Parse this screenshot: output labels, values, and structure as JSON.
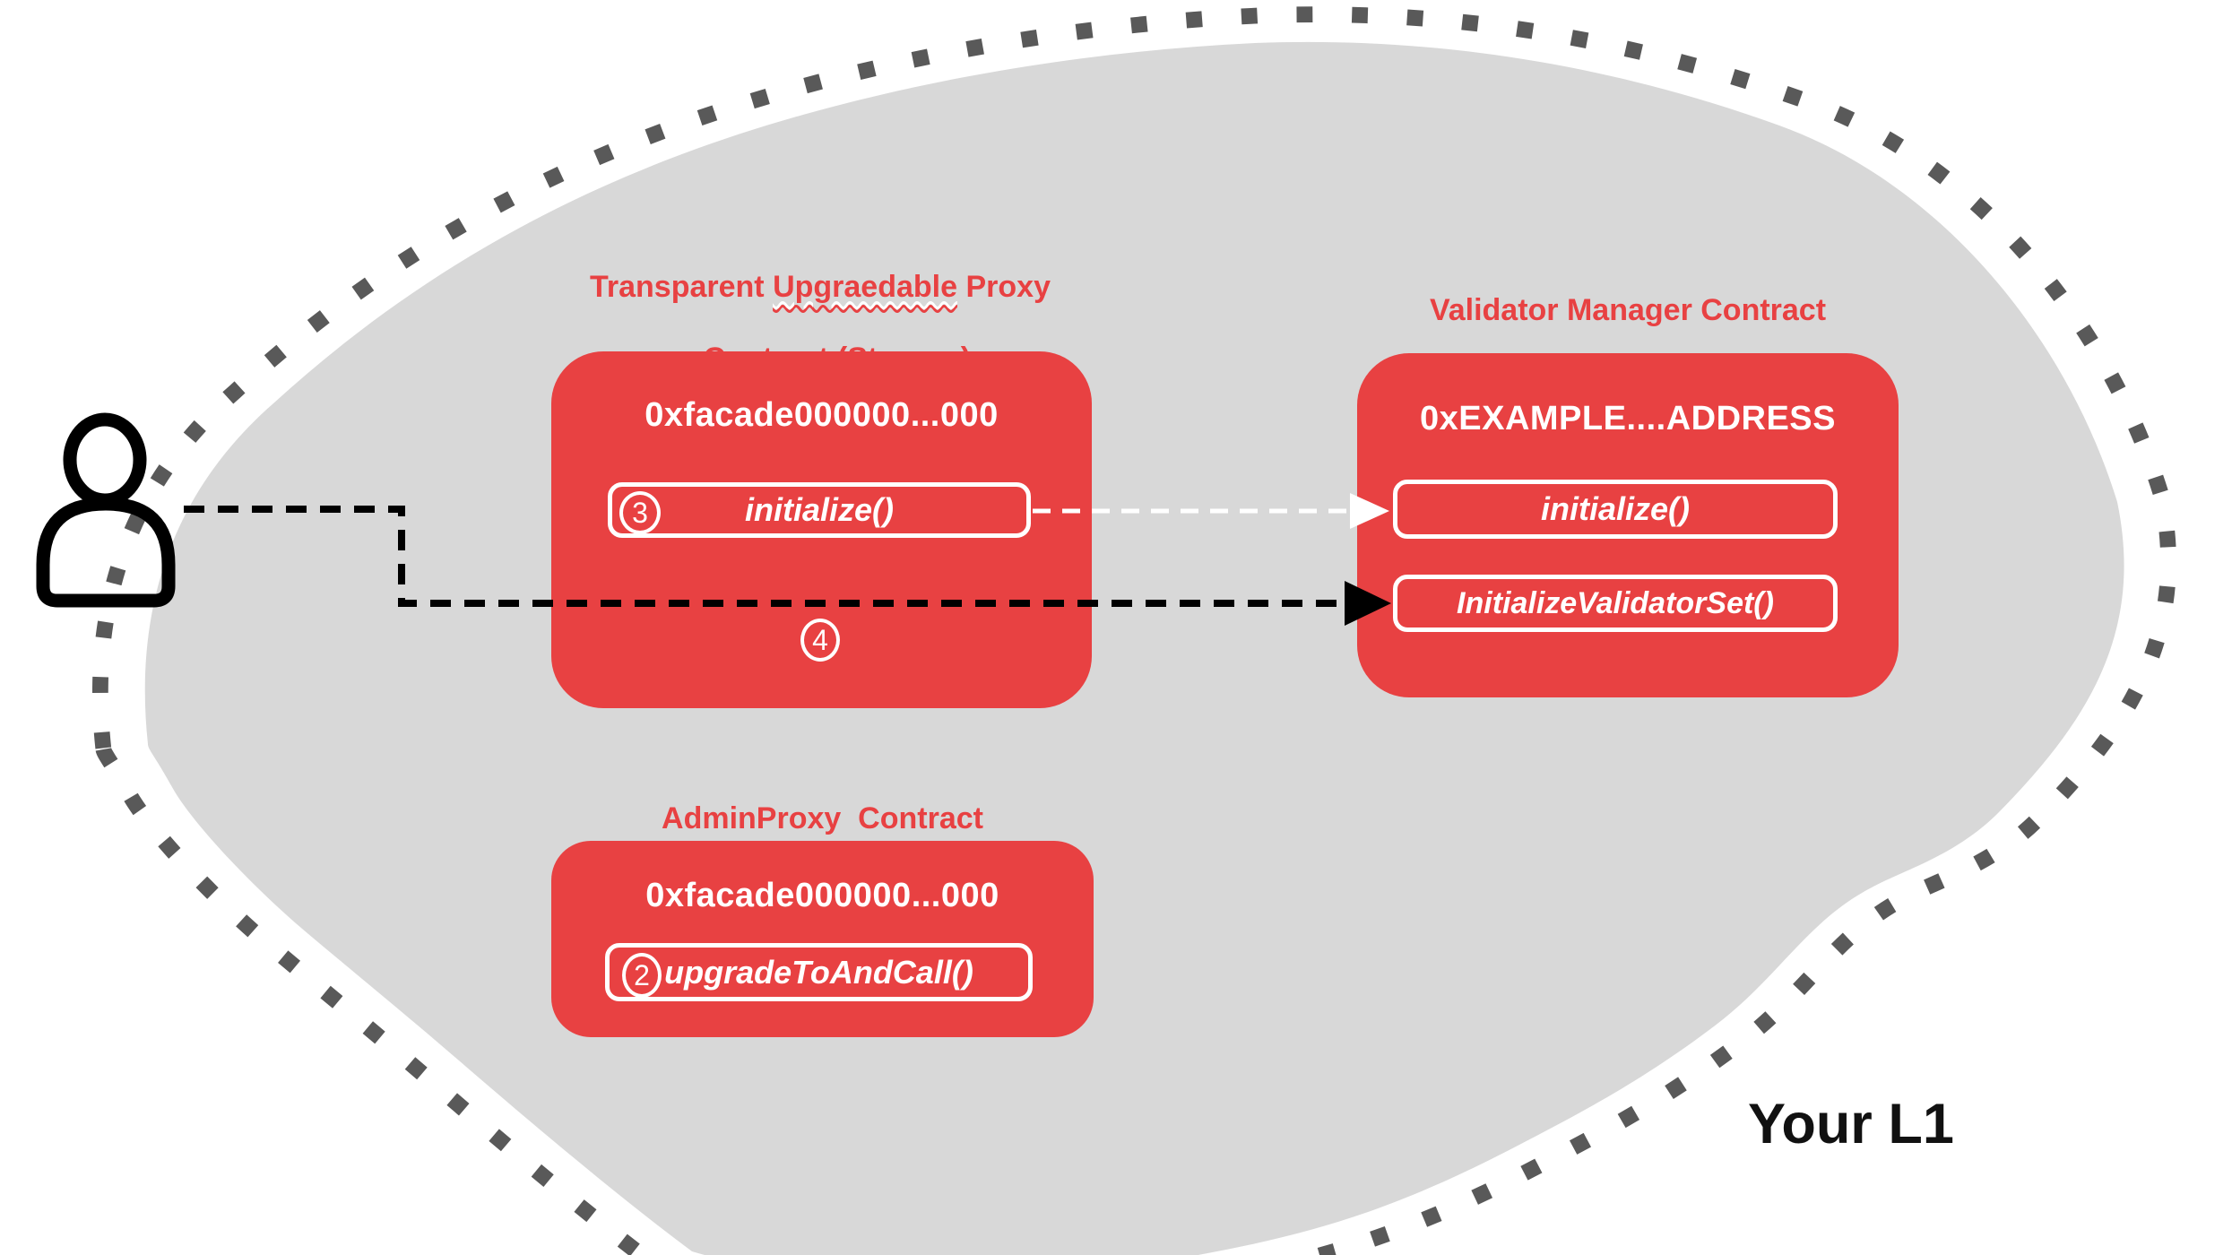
{
  "l1": {
    "label": "Your L1"
  },
  "proxy": {
    "title_pre": "Transparent ",
    "title_word": "Upgraedable",
    "title_post": " Proxy",
    "title_line2": "Contract (Storage)",
    "address": "0xfacade000000...000",
    "button": {
      "step": "3",
      "label": "initialize()"
    },
    "step4": "4"
  },
  "validator": {
    "title": "Validator Manager Contract",
    "address": "0xEXAMPLE....ADDRESS",
    "buttons": [
      {
        "label": "initialize()"
      },
      {
        "label": "InitializeValidatorSet()"
      }
    ]
  },
  "admin": {
    "title": "AdminProxy  Contract",
    "address": "0xfacade000000...000",
    "button": {
      "step": "2",
      "label": "upgradeToAndCall()"
    }
  },
  "colors": {
    "contract_red": "#E84142",
    "blob_gray": "#D8D8D8",
    "dot_gray": "#595959",
    "arrow_black": "#000000",
    "arrow_white": "#FFFFFF"
  }
}
